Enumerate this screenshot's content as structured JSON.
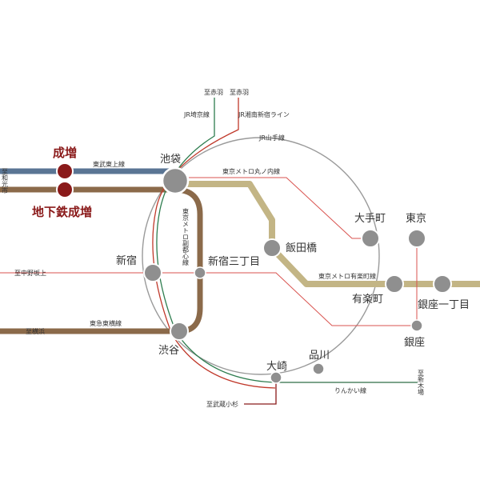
{
  "colors": {
    "tobu_tojo": "#5a7594",
    "fukutoshin": "#8b6a4a",
    "yurakucho": "#c3b585",
    "jr_ring": "#9a9a9a",
    "marunouchi": "#d9534f",
    "jr_saikyo": "#2e7d4f",
    "shonan_shinjuku": "#c0392b",
    "rinkai": "#2e6e46",
    "station": "#8f8f8f",
    "highlight": "#8a1a1a"
  },
  "highlight_stations": {
    "narimasu": "成増",
    "chikatetsu_narimasu": "地下鉄成増"
  },
  "stations": {
    "ikebukuro": "池袋",
    "shinjuku": "新宿",
    "shibuya": "渋谷",
    "shinjuku_sanchome": "新宿三丁目",
    "iidabashi": "飯田橋",
    "otemachi": "大手町",
    "tokyo": "東京",
    "yurakucho": "有楽町",
    "ginza_itchome": "銀座一丁目",
    "ginza": "銀座",
    "shinagawa": "品川",
    "osaki": "大崎"
  },
  "lines": {
    "tobu_tojo": "東武東上線",
    "jr_yamanote": "JR山手線",
    "jr_saikyo": "JR埼京線",
    "shonan_shinjuku": "JR湘南新宿ライン",
    "marunouchi": "東京メトロ丸ノ内線",
    "fukutoshin": "東京メトロ副都心線",
    "yurakucho": "東京メトロ有楽町線",
    "tokyu_toyoko": "東急東横線",
    "rinkai": "りんかい線"
  },
  "destinations": {
    "wakoshi": "至和光市",
    "akabane_1": "至赤羽",
    "akabane_2": "至赤羽",
    "nakano_sakaue": "至中野坂上",
    "yokohama": "至横浜",
    "musashi_kosugi": "至武蔵小杉",
    "shin_kiba": "至新木場"
  }
}
